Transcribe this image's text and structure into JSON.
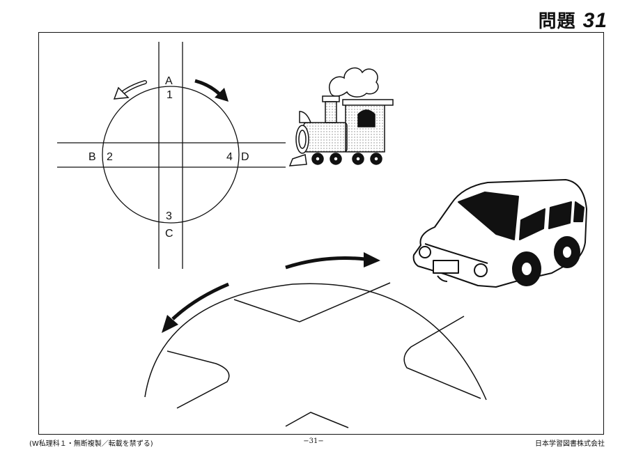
{
  "header": {
    "title_text": "問題",
    "title_number": "31"
  },
  "diagram": {
    "labels": {
      "a": "A",
      "b": "B",
      "c": "C",
      "d": "D"
    },
    "numbers": {
      "n1": "1",
      "n2": "2",
      "n3": "3",
      "n4": "4"
    }
  },
  "footer": {
    "left": "(W私理科１・無断複製／転載を禁ずる)",
    "center": "−31−",
    "right": "日本学習図書株式会社"
  }
}
